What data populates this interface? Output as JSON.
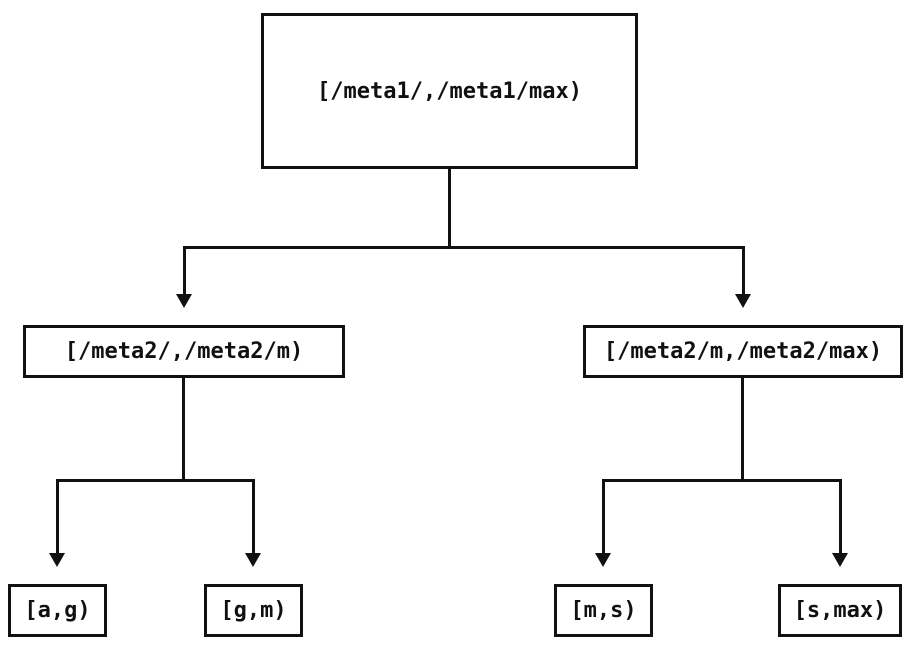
{
  "diagram": {
    "type": "tree",
    "nodes": {
      "root": {
        "label": "[/meta1/,/meta1/max)"
      },
      "left": {
        "label": "[/meta2/,/meta2/m)"
      },
      "right": {
        "label": "[/meta2/m,/meta2/max)"
      },
      "leaf_ag": {
        "label": "[a,g)"
      },
      "leaf_gm": {
        "label": "[g,m)"
      },
      "leaf_ms": {
        "label": "[m,s)"
      },
      "leaf_smax": {
        "label": "[s,max)"
      }
    },
    "edges": [
      [
        "root",
        "left"
      ],
      [
        "root",
        "right"
      ],
      [
        "left",
        "leaf_ag"
      ],
      [
        "left",
        "leaf_gm"
      ],
      [
        "right",
        "leaf_ms"
      ],
      [
        "right",
        "leaf_smax"
      ]
    ],
    "colors": {
      "line": "#111111",
      "text": "#111111",
      "background": "#ffffff"
    }
  }
}
